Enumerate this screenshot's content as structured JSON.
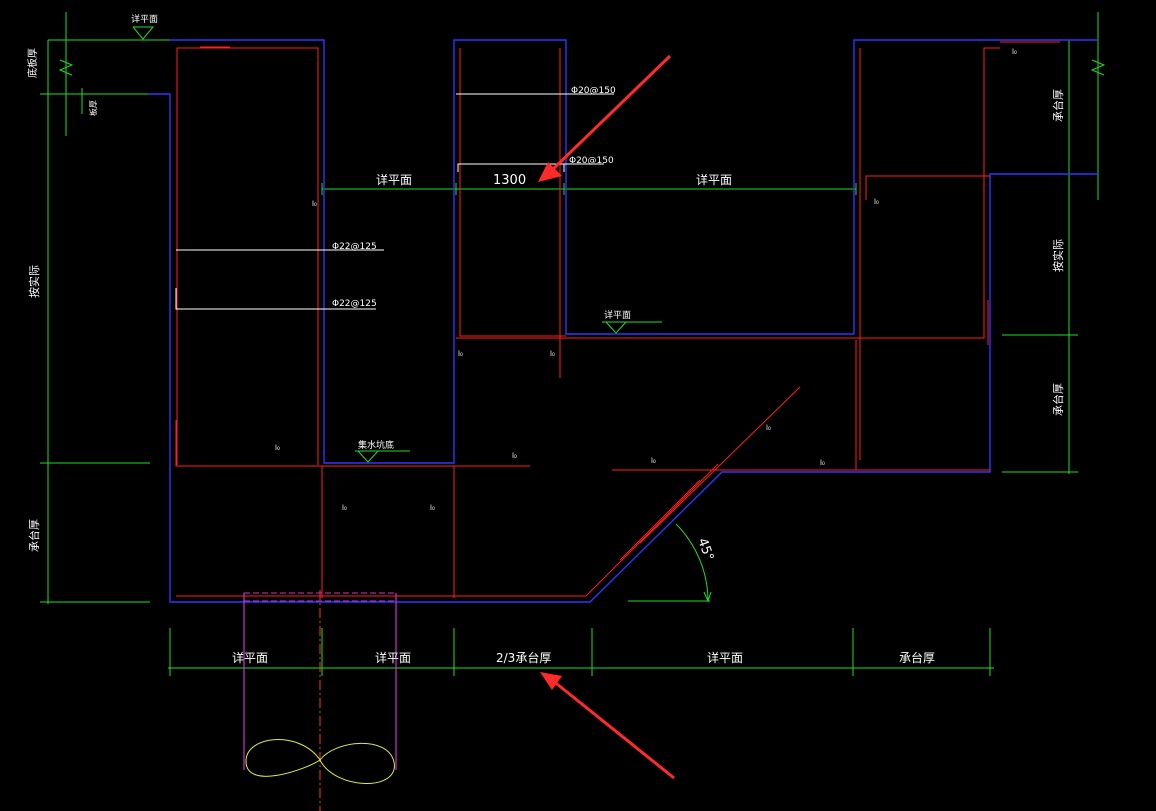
{
  "colors": {
    "background": "#000000",
    "outline": "#3333ff",
    "rebar": "#ff2020",
    "dimension": "#22dd22",
    "text": "#ffffff",
    "pile": "#cc33cc",
    "loop": "#ddee33",
    "arrow": "#ff2a2a"
  },
  "labels": {
    "top_level": "详平面",
    "bottom_thick": "底板厚",
    "depth_small": "板厚",
    "left_dim": "按实际",
    "left_dim2": "承台厚",
    "right_dim1": "承台厚",
    "right_dim2": "按实际",
    "right_dim3": "承台厚",
    "pit_bottom": "集水坑底",
    "mid_level": "详平面"
  },
  "rebar_notes": {
    "r1": "Φ20@150",
    "r2": "Φ20@150",
    "r3": "Φ22@125",
    "r4": "Φ22@125"
  },
  "anchor": "l₀",
  "horizontal_dims": {
    "left": "详平面",
    "middle": "1300",
    "right": "详平面"
  },
  "bottom_dims": [
    "详平面",
    "详平面",
    "2/3承台厚",
    "详平面",
    "承台厚"
  ],
  "angle": "45°"
}
